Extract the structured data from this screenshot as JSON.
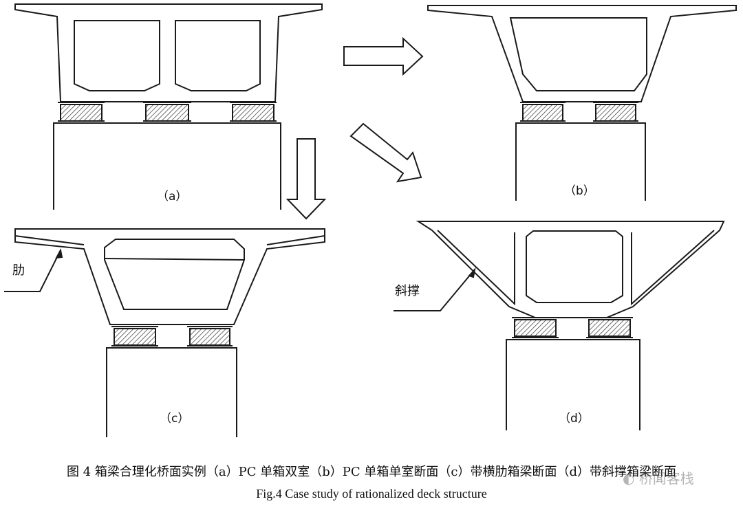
{
  "figure": {
    "panels": [
      {
        "id": "a",
        "label": "（a）"
      },
      {
        "id": "b",
        "label": "（b）"
      },
      {
        "id": "c",
        "label": "（c）",
        "callout": "肋"
      },
      {
        "id": "d",
        "label": "（d）",
        "callout": "斜撑"
      }
    ],
    "caption_cn": "图 4  箱梁合理化桥面实例（a）PC 单箱双室（b）PC 单箱单室断面（c）带横肋箱梁断面（d）带斜撑箱梁断面",
    "caption_en": "Fig.4 Case study of rationalized deck structure",
    "watermark": "桥闻客栈"
  },
  "colors": {
    "line": "#1a1a1a",
    "hatch": "#333333",
    "background": "#ffffff"
  },
  "icons": [
    "arrow-right-icon",
    "arrow-down-icon",
    "arrow-diagonal-icon",
    "wechat-icon"
  ]
}
